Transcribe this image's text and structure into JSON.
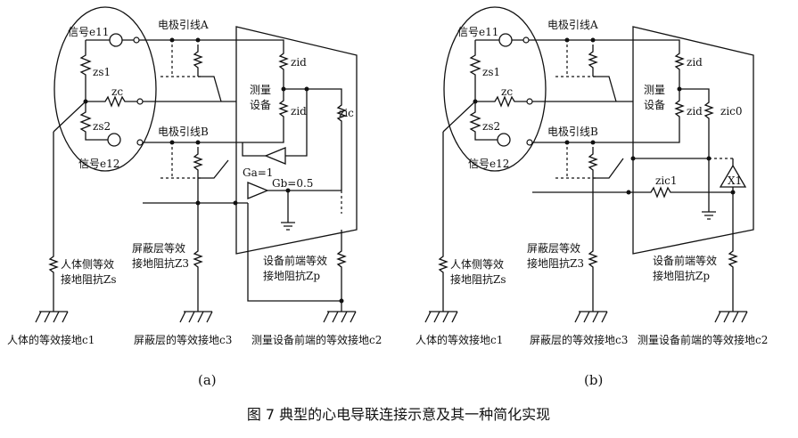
{
  "left": {
    "signal_e11": "信号e11",
    "signal_e12": "信号e12",
    "lead_a": "电极引线A",
    "lead_b": "电极引线B",
    "zs1": "zs1",
    "zs2": "zs2",
    "zc": "zc",
    "zid_top": "zid",
    "zid_bottom": "zid",
    "zic": "zic",
    "device_line1": "测量",
    "device_line2": "设备",
    "ga": "Ga=1",
    "gb": "Gb=0.5",
    "body_imp_line1": "人体侧等效",
    "body_imp_line2": "接地阻抗Zs",
    "shield_imp_line1": "屏蔽层等效",
    "shield_imp_line2": "接地阻抗Z3",
    "front_imp_line1": "设备前端等效",
    "front_imp_line2": "接地阻抗Zp",
    "ground_body": "人体的等效接地c1",
    "ground_shield": "屏蔽层的等效接地c3",
    "ground_front": "测量设备前端的等效接地c2",
    "sublabel": "(a)"
  },
  "right": {
    "signal_e11": "信号e11",
    "signal_e12": "信号e12",
    "lead_a": "电极引线A",
    "lead_b": "电极引线B",
    "zs1": "zs1",
    "zs2": "zs2",
    "zc": "zc",
    "zid_top": "zid",
    "zid_bottom": "zid",
    "zic0": "zic0",
    "zic1": "zic1",
    "device_line1": "测量",
    "device_line2": "设备",
    "amp": "X1",
    "body_imp_line1": "人体侧等效",
    "body_imp_line2": "接地阻抗Zs",
    "shield_imp_line1": "屏蔽层等效",
    "shield_imp_line2": "接地阻抗Z3",
    "front_imp_line1": "设备前端等效",
    "front_imp_line2": "接地阻抗Zp",
    "ground_body": "人体的等效接地c1",
    "ground_shield": "屏蔽层的等效接地c3",
    "ground_front": "测量设备前端的等效接地c2",
    "sublabel": "(b)"
  },
  "caption": "图 7  典型的心电导联连接示意及其一种简化实现"
}
